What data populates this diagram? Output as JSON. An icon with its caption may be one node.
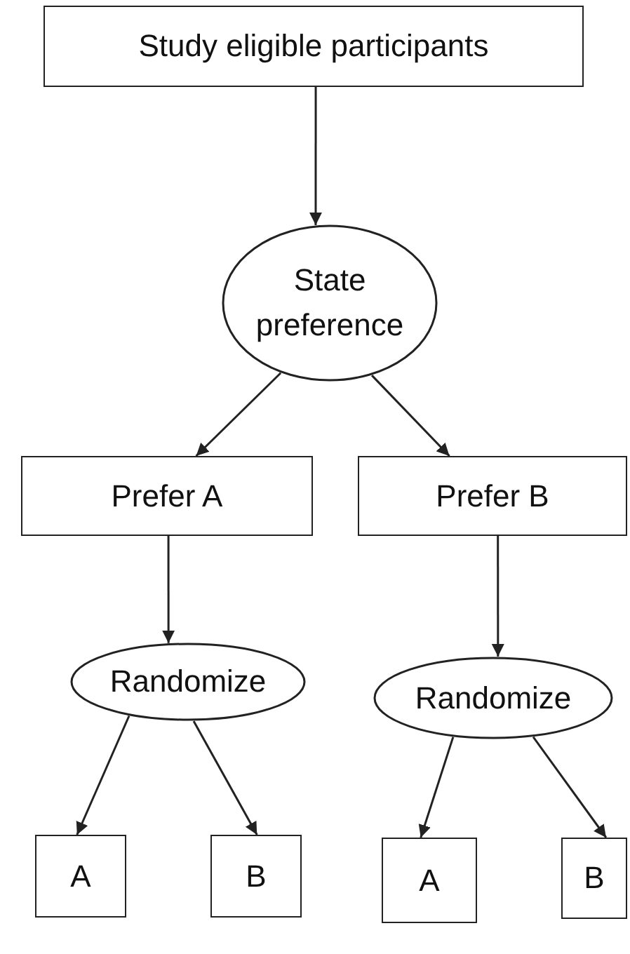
{
  "diagram": {
    "nodes": [
      {
        "text": [
          "Study eligible participants"
        ]
      },
      {
        "text": [
          "State preference"
        ]
      },
      {
        "text": [
          "Prefer A"
        ]
      },
      {
        "text": [
          "Prefer B"
        ]
      },
      {
        "text": [
          "Randomize"
        ]
      },
      {
        "text": [
          "Randomize"
        ]
      },
      {
        "text": [
          "A"
        ]
      },
      {
        "text": [
          "B"
        ]
      },
      {
        "text": [
          "A"
        ]
      },
      {
        "text": [
          "B"
        ]
      }
    ],
    "edges": [
      {
        "from": 0,
        "to": 1,
        "arrow": "to"
      },
      {
        "from": 1,
        "to": 2,
        "arrow": "to"
      },
      {
        "from": 1,
        "to": 3,
        "arrow": "to"
      },
      {
        "from": 2,
        "to": 4,
        "arrow": "to"
      },
      {
        "from": 3,
        "to": 5,
        "arrow": "to"
      },
      {
        "from": 4,
        "to": 6,
        "arrow": "to"
      },
      {
        "from": 4,
        "to": 7,
        "arrow": "to"
      },
      {
        "from": 5,
        "to": 8,
        "arrow": "to"
      },
      {
        "from": 5,
        "to": 9,
        "arrow": "to"
      }
    ]
  }
}
